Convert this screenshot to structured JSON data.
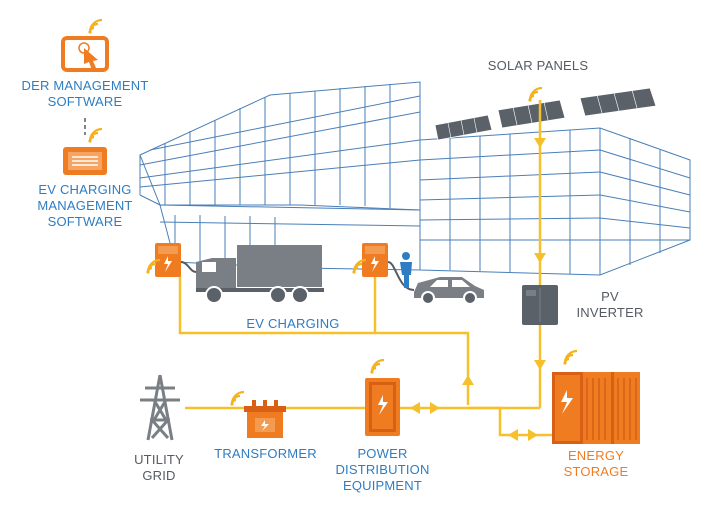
{
  "colors": {
    "line": "#f6c02a",
    "orange": "#f07c22",
    "orange_dark": "#d95f14",
    "blue": "#2e7dc2",
    "building": "#4a7fb8",
    "grey": "#7a7f86",
    "dark_grey": "#5b6168",
    "wifi": "#f6b21a"
  },
  "labels": {
    "der_software": [
      "DER MANAGEMENT",
      "SOFTWARE"
    ],
    "ev_software": [
      "EV CHARGING",
      "MANAGEMENT",
      "SOFTWARE"
    ],
    "solar_panels": "SOLAR PANELS",
    "pv_inverter": [
      "PV",
      "INVERTER"
    ],
    "ev_charging": "EV CHARGING",
    "utility_grid": [
      "UTILITY",
      "GRID"
    ],
    "transformer": "TRANSFORMER",
    "power_distribution": [
      "POWER",
      "DISTRIBUTION",
      "EQUIPMENT"
    ],
    "energy_storage": [
      "ENERGY",
      "STORAGE"
    ]
  },
  "icons": [
    "touchscreen-icon",
    "monitor-icon",
    "wifi-icon",
    "solar-panel-icon",
    "inverter-icon",
    "ev-charger-icon",
    "truck-icon",
    "car-icon",
    "person-icon",
    "transmission-tower-icon",
    "transformer-icon",
    "distribution-cabinet-icon",
    "battery-storage-icon",
    "building-icon"
  ]
}
